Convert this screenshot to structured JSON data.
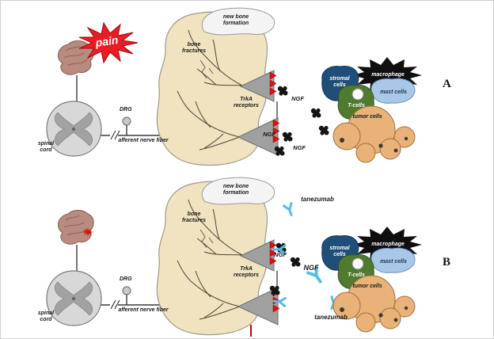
{
  "labels": {
    "pain": "pain",
    "spinal_cord": "spinal cord",
    "drg": "DRG",
    "afferent_nerve_fiber": "afferent nerve fiber",
    "new_bone_formation": "new bone formation",
    "bone_fractures": "bone fractures",
    "trka_receptors": "TrkA receptors",
    "ngf": "NGF",
    "tanezumab": "tanezumab",
    "stromal_cells": "stromal cells",
    "macrophage": "macrophage",
    "t_cells": "T-cells",
    "mast_cells": "mast cells",
    "tumor_cells": "tumor cells",
    "panel_a_marker": "A",
    "panel_b_marker": "B"
  },
  "colors": {
    "pain_red": "#ec1c24",
    "bone_tan": "#f1e3bf",
    "ngf_black": "#141414",
    "tanezumab_blue": "#56bde4",
    "stromal_blue": "#1f4e79",
    "t_cell_green": "#4f7b2e",
    "mast_cell_blue": "#a9c7e7",
    "tumor_cell_tan": "#e8b279",
    "trka_receptor_red": "#e01010",
    "macrophage_black": "#0f0f0f",
    "nerve_gray": "#a0a0a0"
  }
}
